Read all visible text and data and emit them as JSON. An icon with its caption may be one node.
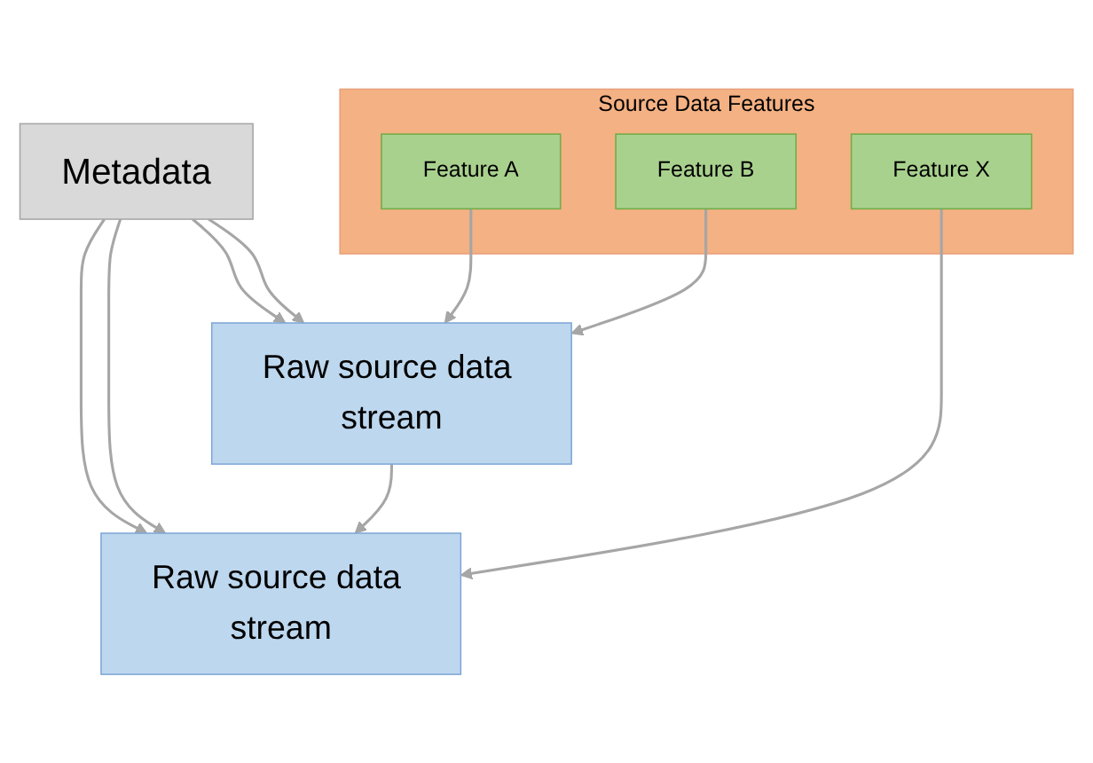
{
  "diagram": {
    "nodes": [
      {
        "text": [
          "Metadata"
        ]
      },
      {
        "text": [
          "Raw source data stream"
        ]
      },
      {
        "text": [
          "Raw source data stream"
        ]
      },
      {
        "text": [
          "Source Data Features"
        ]
      },
      {
        "text": [
          "Feature A"
        ],
        "in": 3
      },
      {
        "text": [
          "Feature B"
        ],
        "in": 3
      },
      {
        "text": [
          "Feature X"
        ],
        "in": 3
      }
    ],
    "edges": [
      {
        "from": 0,
        "to": 1,
        "arrow": "to"
      },
      {
        "from": 0,
        "to": 1,
        "arrow": "to"
      },
      {
        "from": 0,
        "to": 2,
        "arrow": "to"
      },
      {
        "from": 0,
        "to": 2,
        "arrow": "to"
      },
      {
        "from": 1,
        "to": 2,
        "arrow": "to"
      },
      {
        "from": 4,
        "to": 1,
        "arrow": "to"
      },
      {
        "from": 5,
        "to": 1,
        "arrow": "to"
      },
      {
        "from": 6,
        "to": 2,
        "arrow": "to"
      }
    ]
  }
}
